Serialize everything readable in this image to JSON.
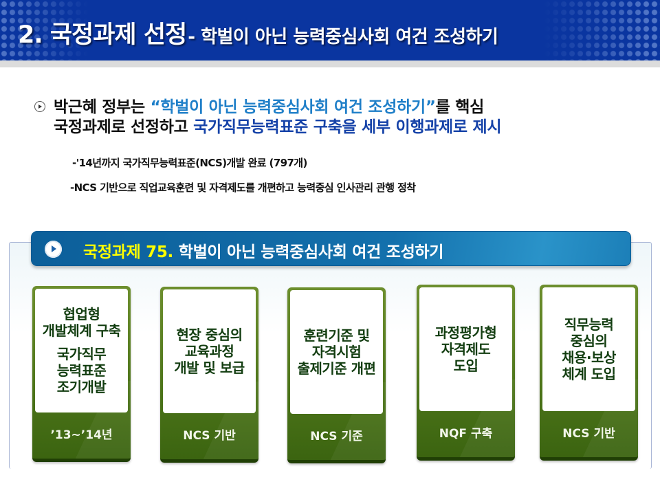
{
  "header": {
    "title_main": "2. 국정과제 선정",
    "title_sub": "- 학벌이 아닌 능력중심사회 여건 조성하기"
  },
  "main_bullet": {
    "icon": "circle-play-icon",
    "line1_part1": "박근혜 정부는 ",
    "line1_highlight": "“학벌이 아닌 능력중심사회 여건 조성하기”",
    "line1_part2": "를 핵심",
    "line2_part1": "국정과제로 선정하고 ",
    "line2_highlight": "국가직무능력표준 구축을 세부 이행과제로 제시"
  },
  "sub_items": [
    "-'14년까지 국가직무능력표준(NCS)개발  완료 (797개)",
    "-NCS 기반으로 직업교육훈련 및 자격제도를 개편하고 능력중심 인사관리 관행 정착"
  ],
  "banner": {
    "icon": "play-circle-icon",
    "accent": "국정과제 75.",
    "text": " 학벌이 아닌 능력중심사회 여건 조성하기"
  },
  "cards": [
    {
      "lines_a": [
        "협업형",
        "개발체계 구축"
      ],
      "lines_b": [
        "국가직무",
        "능력표준",
        "조기개발"
      ],
      "footer": "’13~’14년"
    },
    {
      "lines_a": [
        "현장 중심의",
        "교육과정",
        "개발 및 보급"
      ],
      "footer": "NCS 기반"
    },
    {
      "lines_a": [
        "훈련기준 및",
        "자격시험",
        "출제기준 개편"
      ],
      "footer": "NCS 기준"
    },
    {
      "lines_a": [
        "과정평가형",
        "자격제도",
        "도입"
      ],
      "footer": "NQF 구축"
    },
    {
      "lines_a": [
        "직무능력",
        "중심의",
        "채용·보상",
        "체계 도입"
      ],
      "footer": "NCS 기반"
    }
  ],
  "colors": {
    "header_bg": "#0a35a0",
    "highlight_light_blue": "#1f7fc8",
    "highlight_dark_blue": "#1542a8",
    "banner_bg": "#1370ac",
    "banner_accent": "#ffff00",
    "card_green": "#4c7419",
    "card_text": "#123d10"
  }
}
